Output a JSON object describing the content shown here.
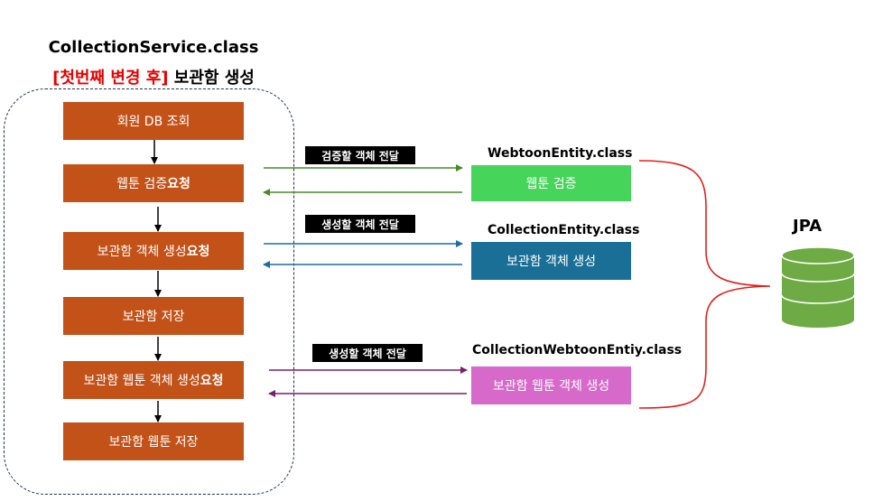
{
  "service": {
    "title": "CollectionService.class",
    "subtitle_highlight": "[첫번째 변경 후]",
    "subtitle_rest": " 보관함 생성"
  },
  "steps": [
    {
      "text": "회원 DB 조회",
      "bold": ""
    },
    {
      "text": "웹툰 검증 ",
      "bold": "요청"
    },
    {
      "text": "보관함 객체 생성 ",
      "bold": "요청"
    },
    {
      "text": "보관함 저장",
      "bold": ""
    },
    {
      "text": "보관함 웹툰 객체 생성 ",
      "bold": "요청"
    },
    {
      "text": "보관함 웹툰 저장",
      "bold": ""
    }
  ],
  "messages": [
    {
      "label": "검증할 객체 전달",
      "color": "#4a8a2a"
    },
    {
      "label": "생성할 객체 전달",
      "color": "#1a6fa0"
    },
    {
      "label": "생성할 객체 전달",
      "color": "#7a1f6e"
    }
  ],
  "entities": [
    {
      "class_name": "WebtoonEntity.class",
      "box_label": "웹툰 검증",
      "color": "#47d45a"
    },
    {
      "class_name": "CollectionEntity.class",
      "box_label": "보관함 객체 생성",
      "color": "#1a6f96"
    },
    {
      "class_name": "CollectionWebtoonEntiy.class",
      "box_label": "보관함 웹툰 객체 생성",
      "color": "#d669c9"
    }
  ],
  "jpa": {
    "title": "JPA",
    "color": "#6eab45"
  },
  "colors": {
    "step": "#c35219",
    "brace": "#e0201c",
    "dashed_border": "#1f3047"
  }
}
